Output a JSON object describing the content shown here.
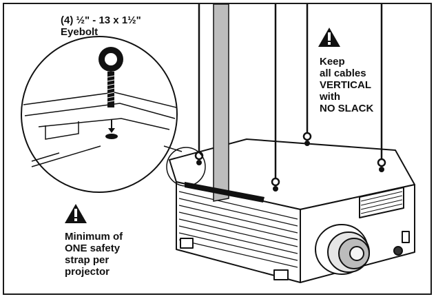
{
  "eyebolt_label": {
    "line1": "(4) ½\" - 13 x 1½\"",
    "line2": "Eyebolt"
  },
  "cable_note": {
    "lines": [
      "Keep",
      "all cables",
      "VERTICAL",
      "with",
      "NO SLACK"
    ]
  },
  "strap_note": {
    "lines": [
      "Minimum of",
      "ONE safety",
      "strap per",
      "projector"
    ]
  },
  "icons": {
    "warning": "warning-triangle-icon",
    "eyebolt": "eyebolt-icon"
  },
  "colors": {
    "line": "#111111",
    "strap_fill": "#bdbdbd",
    "background": "#ffffff"
  }
}
